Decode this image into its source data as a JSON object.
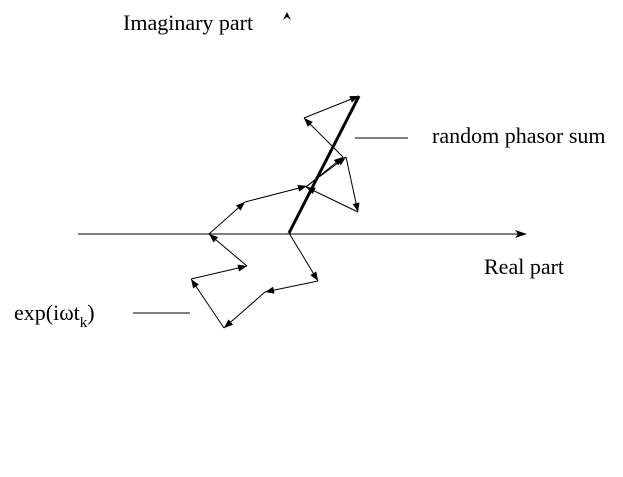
{
  "labels": {
    "imaginary_axis": "Imaginary part",
    "real_axis": "Real part",
    "resultant": "random phasor sum",
    "phasor_base": "exp(iωt",
    "phasor_subscript": "k",
    "phasor_close": ")"
  },
  "colors": {
    "ink": "#000000",
    "background": "#ffffff"
  }
}
